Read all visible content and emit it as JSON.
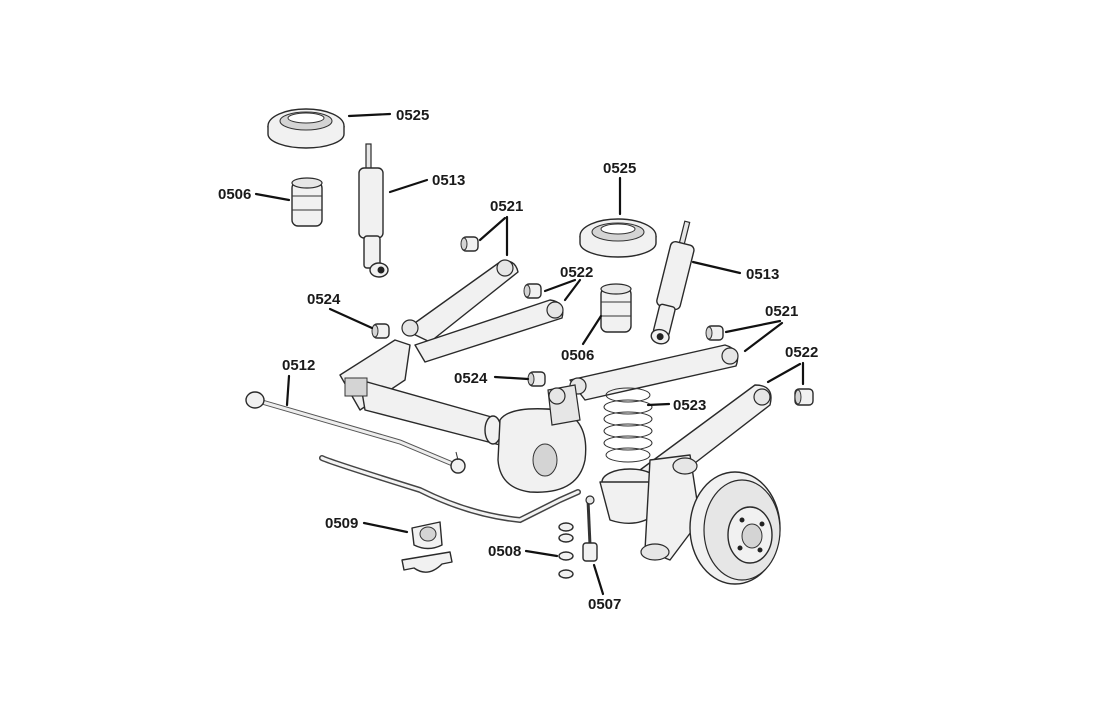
{
  "labels": {
    "shock_top_seat_left": "0525",
    "bump_stop_left": "0506",
    "shock_absorber_left": "0513",
    "bushes_upper_arm_left": "0521",
    "bushes_lower_arm_left": "0522",
    "bush_arm_pivot_left": "0524",
    "anti_roll_bar_link": "0512",
    "shock_top_seat_right": "0525",
    "shock_absorber_right": "0513",
    "bump_stop_right": "0506",
    "bushes_upper_arm_right": "0521",
    "bushes_lower_arm_right": "0522",
    "bush_arm_pivot_right": "0524",
    "coil_spring": "0523",
    "anti_roll_bar_clamp": "0509",
    "drop_link_washers": "0508",
    "drop_link": "0507"
  }
}
